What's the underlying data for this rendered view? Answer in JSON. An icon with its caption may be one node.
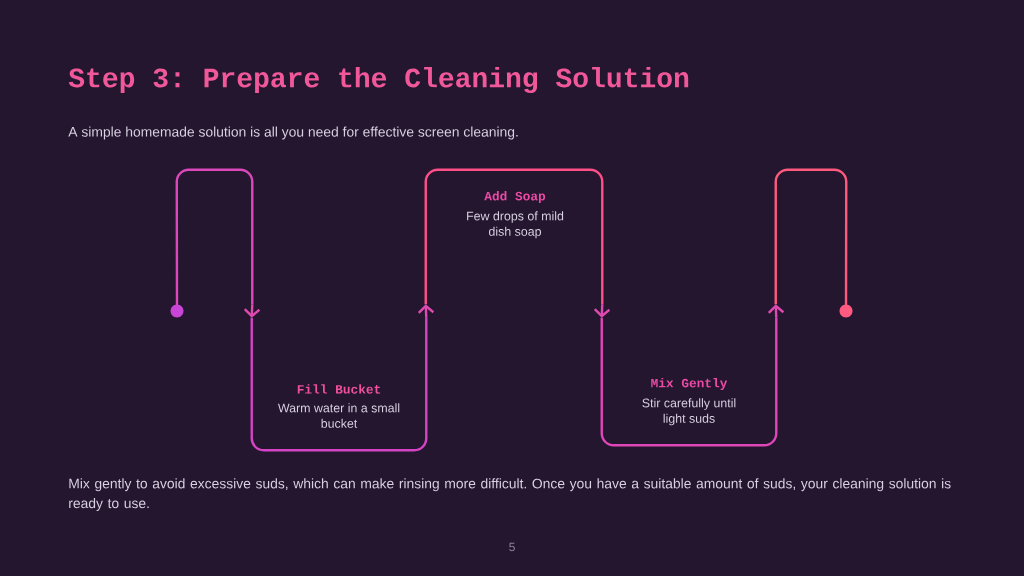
{
  "diagram": {
    "title": "Step 3: Prepare the Cleaning Solution",
    "nodes": [
      {
        "text": [],
        "shape": "arch"
      },
      {
        "text": [
          "Fill Bucket",
          "Warm water in a small bucket"
        ]
      },
      {
        "text": [
          "Add Soap",
          "Few drops of mild dish soap"
        ]
      },
      {
        "text": [
          "Mix Gently",
          "Stir carefully until light suds"
        ]
      },
      {
        "text": [],
        "shape": "arch"
      }
    ],
    "edges": [
      {
        "from": 0,
        "to": 1,
        "arrow": "to"
      },
      {
        "from": 1,
        "to": 2,
        "arrow": "to"
      },
      {
        "from": 2,
        "to": 3,
        "arrow": "to"
      },
      {
        "from": 3,
        "to": 4,
        "arrow": "to"
      }
    ],
    "labels": [
      "A simple homemade solution is all you need for effective screen cleaning.",
      "Mix gently to avoid excessive suds, which can make rinsing more difficult. Once you have a suitable amount of suds, your cleaning solution is ready to use.",
      "5"
    ]
  }
}
